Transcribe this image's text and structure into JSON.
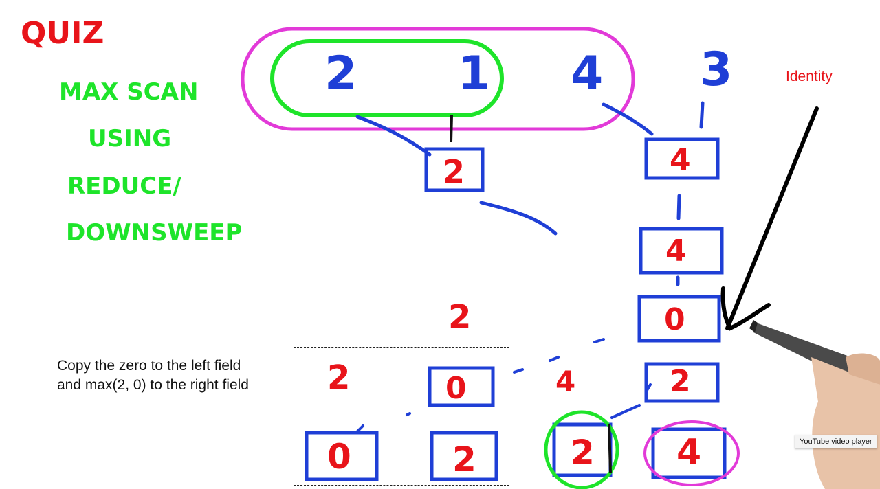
{
  "quiz": {
    "title": "QUIZ",
    "topic_lines": [
      "MAX SCAN",
      "USING",
      "REDUCE/",
      "DOWNSWEEP"
    ]
  },
  "input_values": [
    "2",
    "1",
    "4",
    "3"
  ],
  "tree": {
    "reduce_node": "2",
    "right_spine": [
      "4",
      "4",
      "0",
      "2",
      "4"
    ],
    "downsweep_labels": {
      "upper_two": "2",
      "left_two": "2",
      "four": "4"
    },
    "downsweep_node_mid": "0",
    "bottom_row": [
      "0",
      "2",
      "2",
      "4"
    ]
  },
  "annotation": {
    "identity": "Identity",
    "caption_line1": "Copy the zero to the left field",
    "caption_line2": "and max(2, 0) to the right field"
  },
  "player": {
    "tooltip": "YouTube video player"
  },
  "colors": {
    "red": "#e8141a",
    "green": "#1ee42a",
    "blue": "#1f3fd6",
    "magenta": "#e23ad8",
    "black": "#000000"
  }
}
